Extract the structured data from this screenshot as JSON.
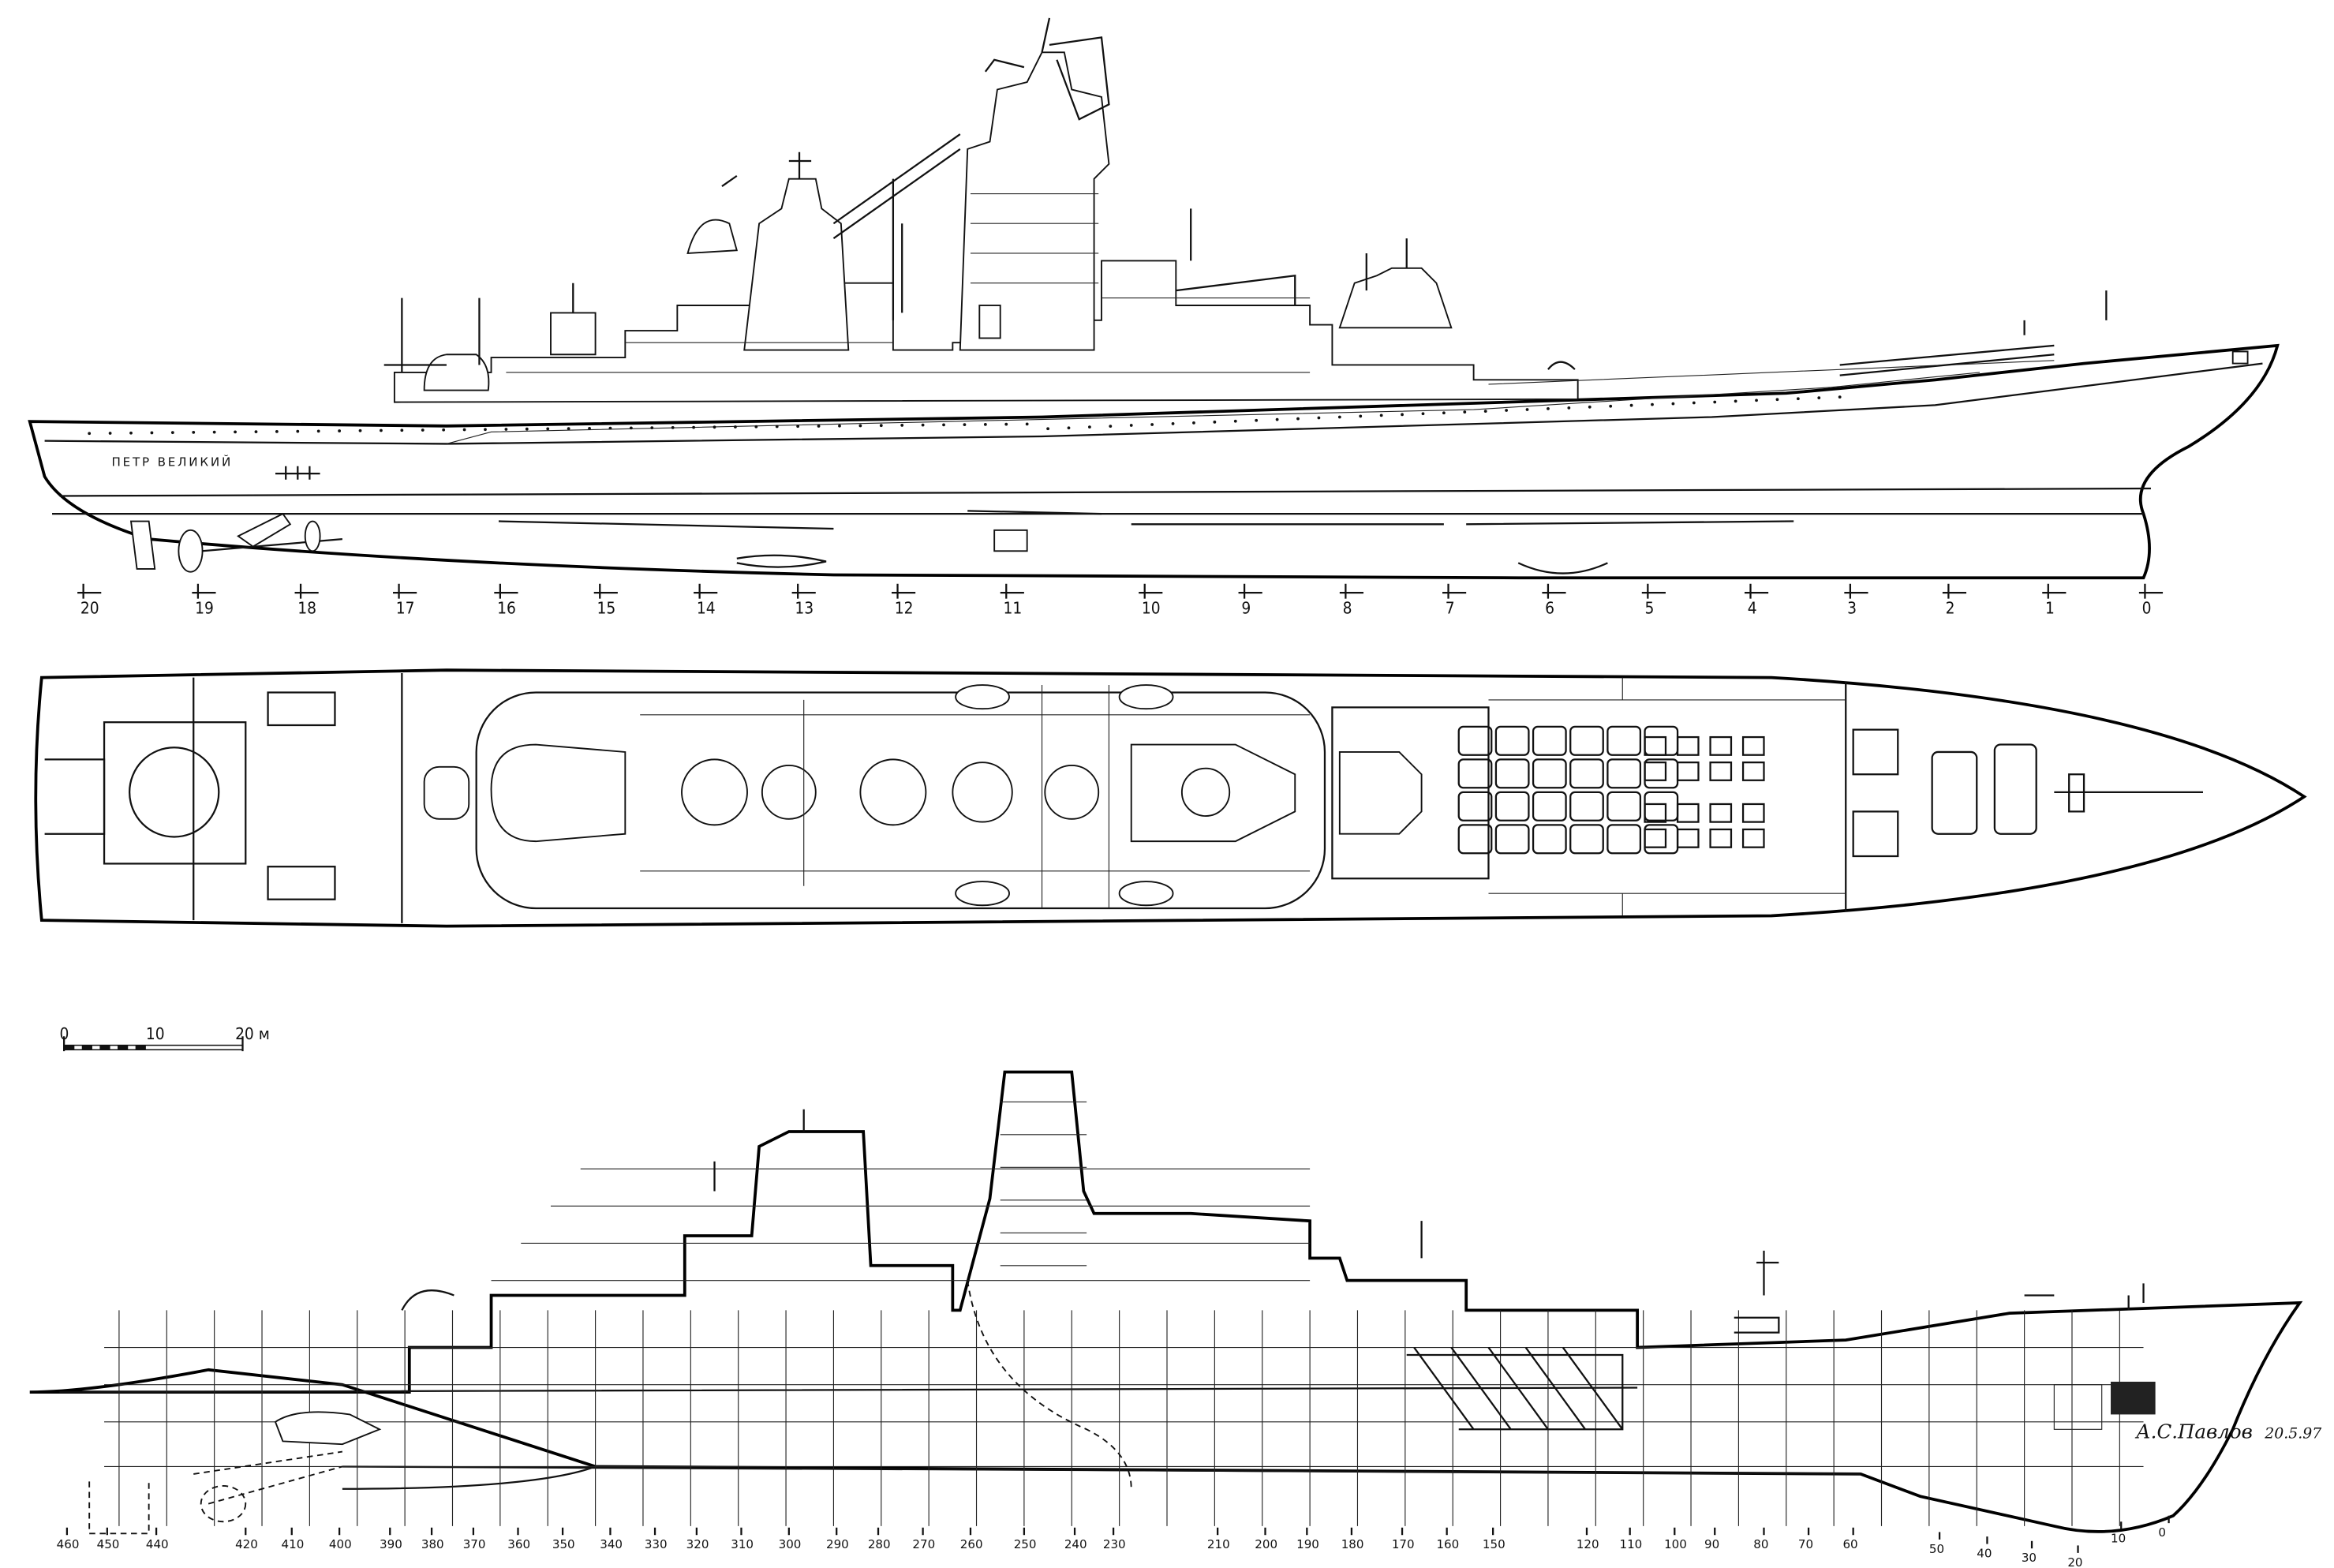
{
  "title": "Pyotr Velikiy battlecruiser general arrangement drawing",
  "ship_name": "ПЕТР ВЕЛИКИЙ",
  "profile_stations": [
    "20",
    "19",
    "18",
    "17",
    "16",
    "15",
    "14",
    "13",
    "12",
    "11",
    "10",
    "9",
    "8",
    "7",
    "6",
    "5",
    "4",
    "3",
    "2",
    "1",
    "0"
  ],
  "scale_bar": {
    "labels": [
      "0",
      "10",
      "20 м"
    ]
  },
  "frame_numbers": [
    "460",
    "450",
    "440",
    "420",
    "410",
    "400",
    "390",
    "380",
    "370",
    "360",
    "350",
    "340",
    "330",
    "320",
    "310",
    "300",
    "290",
    "280",
    "270",
    "260",
    "250",
    "240",
    "230",
    "210",
    "200",
    "190",
    "180",
    "170",
    "160",
    "150",
    "120",
    "110",
    "100",
    "90",
    "80",
    "70",
    "60",
    "50",
    "40",
    "30",
    "20",
    "10",
    "0"
  ],
  "signature": {
    "author": "А.С.Павлов",
    "date": "20.5.97"
  }
}
